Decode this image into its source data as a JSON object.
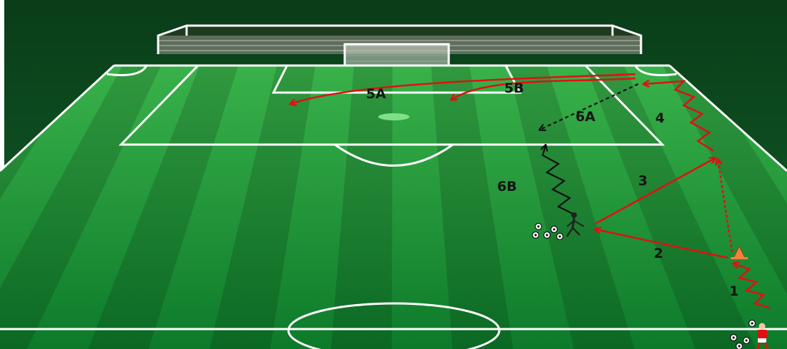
{
  "diagram": {
    "labels": {
      "step1": "1",
      "step2": "2",
      "step3": "3",
      "step4": "4",
      "step5a": "5A",
      "step5b": "5B",
      "step6a": "6A",
      "step6b": "6B"
    },
    "colors": {
      "pitch_dark": "#0a6d25",
      "pitch_light": "#2ea33f",
      "sky": "#0c4a1e",
      "lines": "#ffffff",
      "attacker_runs": "#e01010",
      "defender_runs": "#111111",
      "cone": "#f0823c"
    },
    "icons": [
      "soccer-ball-icon",
      "cone-icon",
      "player-icon",
      "goal-icon",
      "stands-icon"
    ]
  }
}
